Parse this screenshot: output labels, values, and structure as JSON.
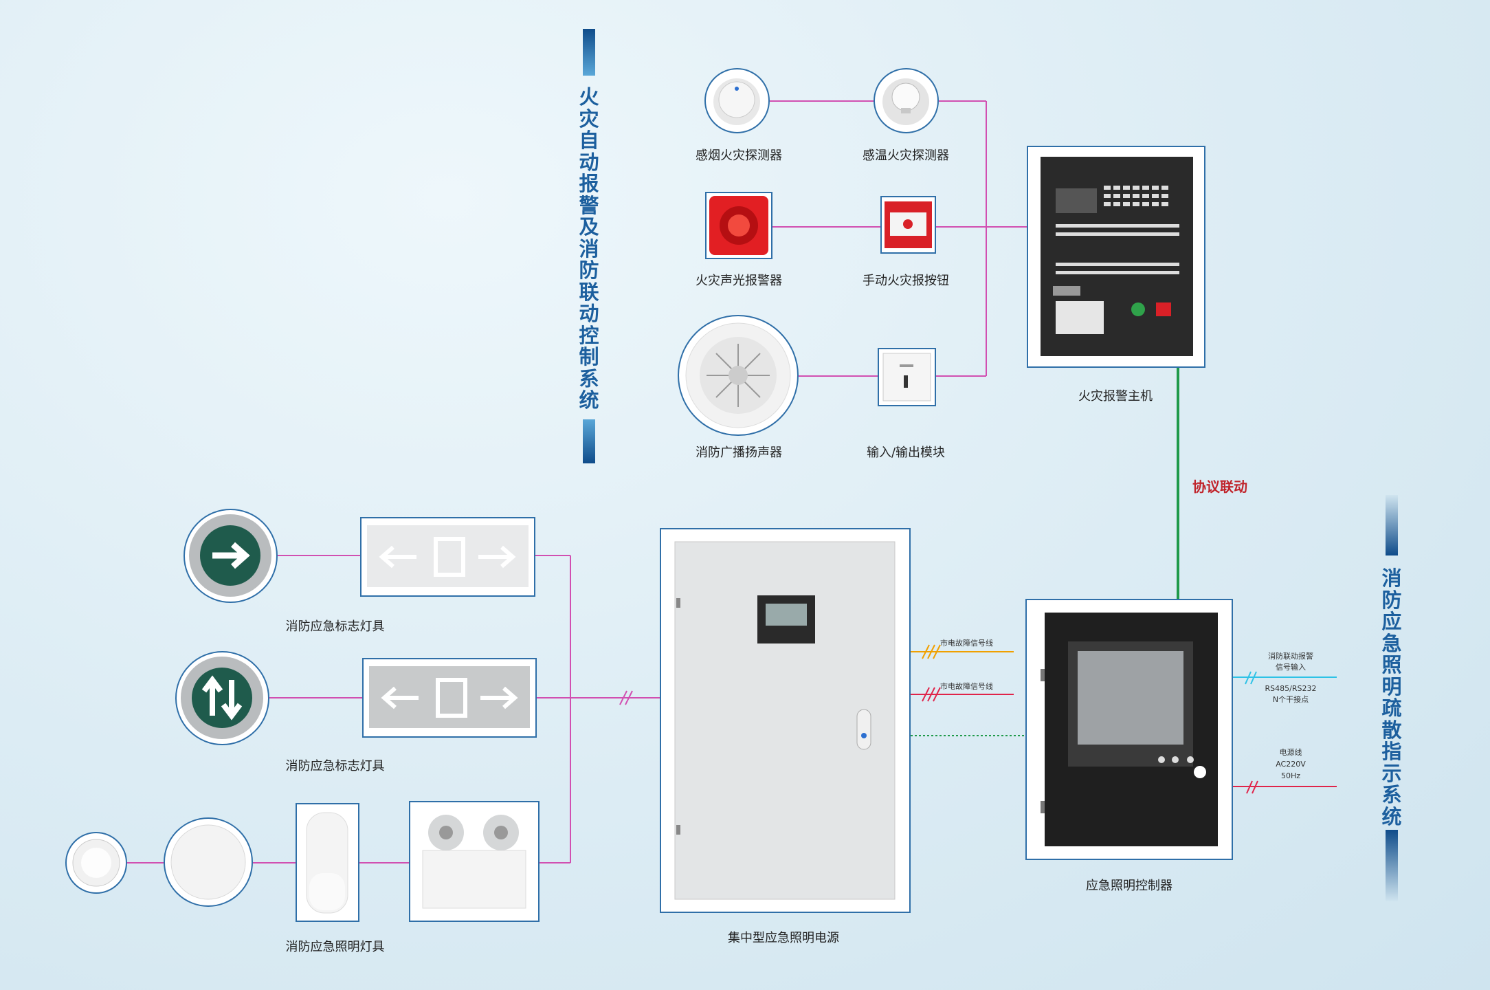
{
  "titles": {
    "fire_system": "火灾自动报警及消防联动控制系统",
    "evac_system": "消防应急照明疏散指示系统"
  },
  "devices": {
    "smoke_detector": "感烟火灾探测器",
    "heat_detector": "感温火灾探测器",
    "sound_light_alarm": "火灾声光报警器",
    "manual_button": "手动火灾报按钮",
    "speaker": "消防广播扬声器",
    "io_module": "输入/输出模块",
    "fire_host": "火灾报警主机",
    "protocol_link": "协议联动",
    "emergency_controller": "应急照明控制器",
    "central_power": "集中型应急照明电源",
    "sign_lamp_1": "消防应急标志灯具",
    "sign_lamp_2": "消防应急标志灯具",
    "lighting_lamp": "消防应急照明灯具"
  },
  "signals": {
    "mains_fault_1": "市电故障信号线",
    "mains_fault_2": "市电故障信号线",
    "alarm_input_1": "消防联动报警",
    "alarm_input_2": "信号输入",
    "rs_line_1": "RS485/RS232",
    "rs_line_2": "N个干接点",
    "power_line_1": "电源线",
    "power_line_2": "AC220V",
    "power_line_3": "50Hz"
  },
  "colors": {
    "title_blue": "#1c5f9e",
    "link_green": "#1f9a4a",
    "link_magenta": "#d14fb1",
    "protocol_red": "#c0242b",
    "wire_orange": "#f0a000",
    "wire_red": "#e0244a",
    "wire_cyan": "#2ec2e6"
  }
}
